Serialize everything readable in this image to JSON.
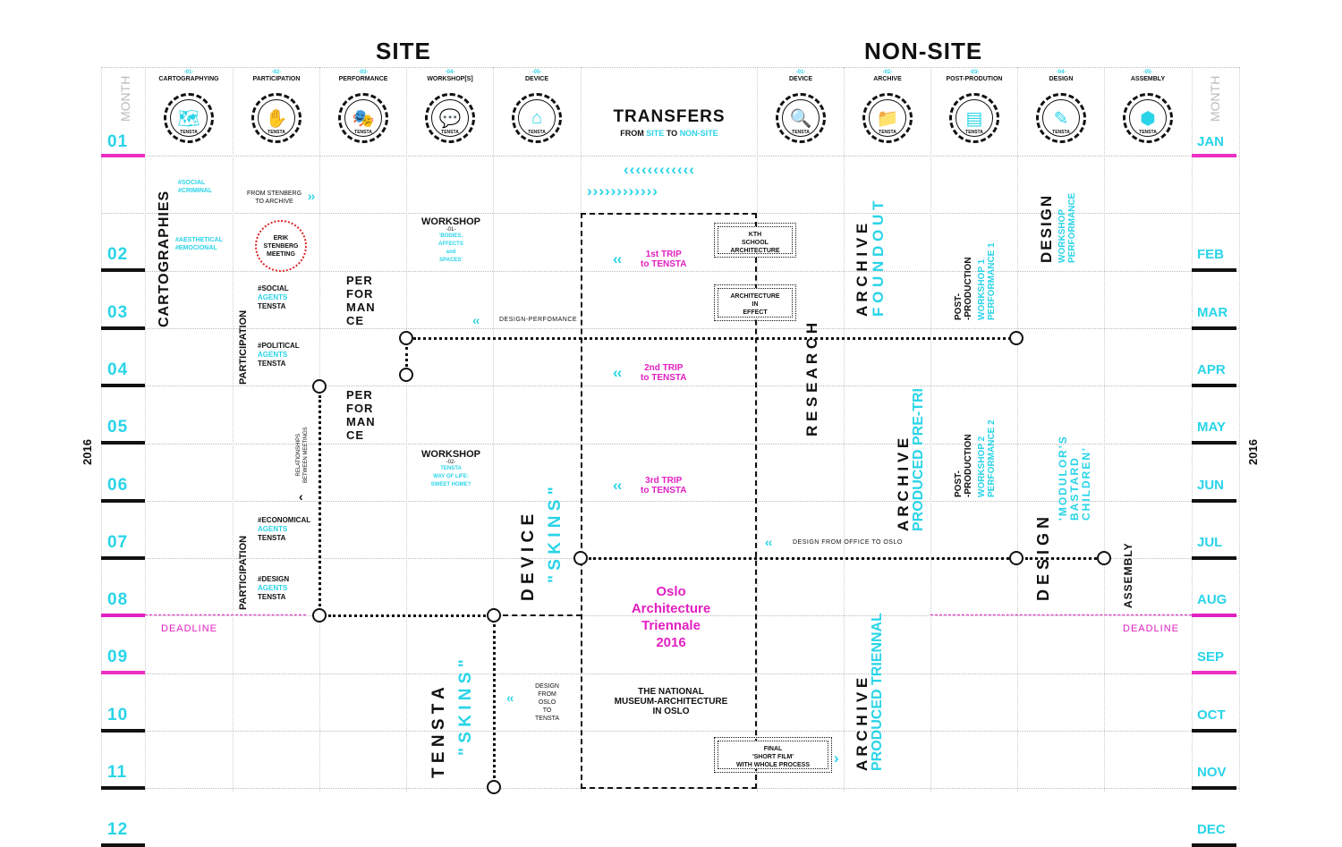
{
  "headers": {
    "site": "SITE",
    "non_site": "NON-SITE"
  },
  "side": {
    "month_label": "MONTH",
    "year": "2016"
  },
  "months": [
    {
      "num": "01",
      "name": "JAN"
    },
    {
      "num": "02",
      "name": "FEB"
    },
    {
      "num": "03",
      "name": "MAR"
    },
    {
      "num": "04",
      "name": "APR"
    },
    {
      "num": "05",
      "name": "MAY"
    },
    {
      "num": "06",
      "name": "JUN"
    },
    {
      "num": "07",
      "name": "JUL"
    },
    {
      "num": "08",
      "name": "AUG"
    },
    {
      "num": "09",
      "name": "SEP"
    },
    {
      "num": "10",
      "name": "OCT"
    },
    {
      "num": "11",
      "name": "NOV"
    },
    {
      "num": "12",
      "name": "DEC"
    }
  ],
  "site_columns": [
    {
      "num": "-01-",
      "title": "CARTOGRAPHYING",
      "icon": "map-pin-icon"
    },
    {
      "num": "-02-",
      "title": "PARTICIPATION",
      "icon": "raised-hands-icon"
    },
    {
      "num": "-03-",
      "title": "PERFORMANCE",
      "icon": "theater-masks-icon"
    },
    {
      "num": "-04-",
      "title": "WORKSHOP[S]",
      "icon": "heads-talking-icon"
    },
    {
      "num": "-05-",
      "title": "DEVICE",
      "icon": "house-tools-icon"
    }
  ],
  "non_site_columns": [
    {
      "num": "-01-",
      "title": "DEVICE",
      "icon": "person-search-icon"
    },
    {
      "num": "-02-",
      "title": "ARCHIVE",
      "icon": "folder-search-icon"
    },
    {
      "num": "-03-",
      "title": "POST-PRODUTION",
      "icon": "video-editor-icon"
    },
    {
      "num": "-04-",
      "title": "DESIGN",
      "icon": "ruler-pencil-icon"
    },
    {
      "num": "-05-",
      "title": "ASSEMBLY",
      "icon": "hands-cube-icon"
    }
  ],
  "badge_text": "TENSTA",
  "transfers": {
    "title": "TRANSFERS",
    "from": "FROM",
    "site": "SITE",
    "to": "TO",
    "non_site": "NON-SITE"
  },
  "labels": {
    "cartographies": "CARTOGRAPHIES",
    "social_criminal": "#SOCIAL\n#CRIMINAL",
    "aesthetical_emocional": "#AESTHETICAL\n#EMOCIONAL",
    "from_stenberg": "FROM STENBERG\nTO ARCHIVE",
    "erik_meeting": "ERIK\nSTENBERG\nMEETING",
    "participation": "PARTICIPATION",
    "social_agents_hash": "#SOCIAL",
    "political_agents_hash": "#POLITICAL",
    "economical_agents_hash": "#ECONOMICAL",
    "design_agents_hash": "#DESIGN",
    "agents": "AGENTS",
    "tensta": "TENSTA",
    "performance": "PER\nFOR\nMAN\nCE",
    "workshop": "WORKSHOP",
    "workshop1_num": "-01-",
    "workshop1_text": "'BODIES,\nAFFECTS\nand\nSPACES'",
    "workshop2_num": "-02-",
    "workshop2_text": "TENSTA\nWAY OF LIFE:\nSWEET HOME?",
    "design_performance": "DESIGN-PERFOMANCE",
    "relationships": "RELATIONSHIPS\nBETWEEN MEETINGS",
    "device": "D E V I C E",
    "skins": "\" S K I N S \"",
    "deadline": "DEADLINE",
    "tensta_vertical": "T E N S T A",
    "skins_vertical": "\" S K I N S \"",
    "design_from_oslo": "DESIGN\nFROM\nOSLO\nTO\nTENSTA",
    "trip1": "1st TRIP\nto TENSTA",
    "trip2": "2nd TRIP\nto TENSTA",
    "trip3": "3rd TRIP\nto TENSTA",
    "kth": "KTH\nSCHOOL\nARCHITECTURE",
    "arch_effect": "ARCHITECTURE\nIN\nEFFECT",
    "oslo_triennale": "Oslo\nArchitecture\nTriennale\n2016",
    "national_museum": "THE NATIONAL\nMUSEUM-ARCHITECTURE\nIN OSLO",
    "final_film": "FINAL\n'SHORT FILM'\nWITH WHOLE PROCESS",
    "design_office": "DESIGN FROM OFFICE TO OSLO",
    "research": "R E S E A R C H",
    "archive": "A R C H I V E",
    "found_out": "F O U N D   O U T",
    "produced_pretri": "PRODUCED PRE-TRI",
    "produced_triennal": "PRODUCED TRIENNAL",
    "post_production": "POST-\n-PRODUCTION",
    "wp1": "WORKSHOP 1\nPERFORMANCE 1",
    "wp2": "WORKSHOP 2\nPERFORMANCE 2",
    "design": "DESIGN",
    "workshop_performance": "WORKSHOP\nPERFORMANCE",
    "design_spaced": "D E S I G N",
    "modulor": "'MODULOR'S\nBASTARD\nCHILDREN'",
    "assembly": "ASSEMBLY"
  },
  "colors": {
    "cyan": "#29d4e8",
    "magenta": "#e21fc2",
    "black": "#111111"
  }
}
